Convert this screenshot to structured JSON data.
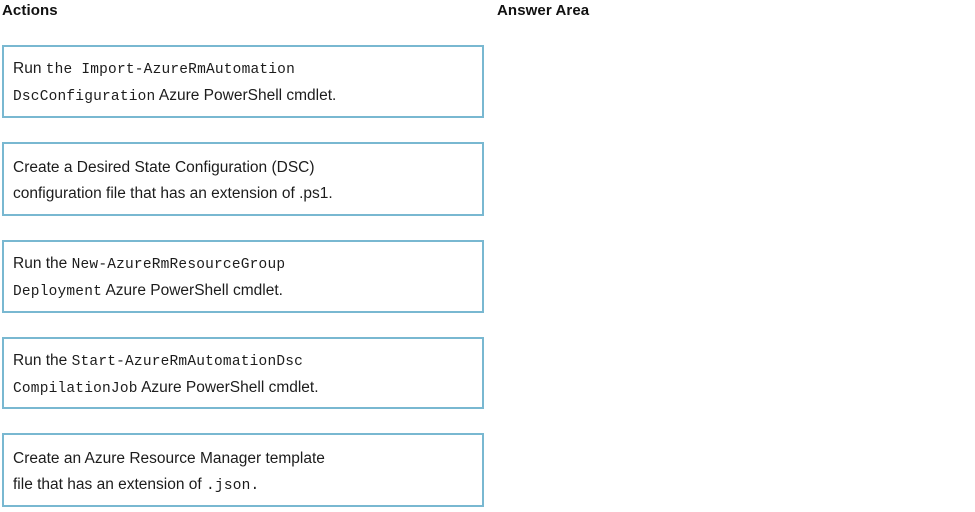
{
  "headers": {
    "actions": "Actions",
    "answer_area": "Answer Area"
  },
  "colors": {
    "card_border": "#79b8d1",
    "text": "#1c1c1c",
    "background": "#ffffff"
  },
  "actions": [
    {
      "id": "import-dsc-configuration",
      "line1": [
        {
          "text": "Run ",
          "style": "sans"
        },
        {
          "text": "the Import-AzureRmAutomation",
          "style": "mono"
        }
      ],
      "line2": [
        {
          "text": "DscConfiguration",
          "style": "mono"
        },
        {
          "text": " Azure PowerShell cmdlet.",
          "style": "sans"
        }
      ],
      "plain": "Run the Import-AzureRmAutomationDscConfiguration Azure PowerShell cmdlet."
    },
    {
      "id": "create-dsc-configuration-file",
      "line1": [
        {
          "text": "Create a Desired State Configuration (DSC)",
          "style": "sans"
        }
      ],
      "line2": [
        {
          "text": "configuration file that has an extension of .ps1.",
          "style": "sans"
        }
      ],
      "plain": "Create a Desired State Configuration (DSC) configuration file that has an extension of .ps1."
    },
    {
      "id": "new-resource-group-deployment",
      "line1": [
        {
          "text": "Run the ",
          "style": "sans"
        },
        {
          "text": "New-AzureRmResourceGroup",
          "style": "mono"
        }
      ],
      "line2": [
        {
          "text": "Deployment",
          "style": "mono"
        },
        {
          "text": " Azure PowerShell cmdlet.",
          "style": "sans"
        }
      ],
      "plain": "Run the New-AzureRmResourceGroupDeployment Azure PowerShell cmdlet."
    },
    {
      "id": "start-dsc-compilation-job",
      "line1": [
        {
          "text": "Run the ",
          "style": "sans"
        },
        {
          "text": "Start-AzureRmAutomationDsc",
          "style": "mono"
        }
      ],
      "line2": [
        {
          "text": "CompilationJob",
          "style": "mono"
        },
        {
          "text": " Azure PowerShell cmdlet.",
          "style": "sans"
        }
      ],
      "plain": "Run the Start-AzureRmAutomationDscCompilationJob Azure PowerShell cmdlet."
    },
    {
      "id": "create-arm-template-file",
      "line1": [
        {
          "text": "Create an Azure Resource Manager template",
          "style": "sans"
        }
      ],
      "line2": [
        {
          "text": "file that has an extension of ",
          "style": "sans"
        },
        {
          "text": ".json.",
          "style": "mono"
        }
      ],
      "plain": "Create an Azure Resource Manager template file that has an extension of .json."
    }
  ]
}
